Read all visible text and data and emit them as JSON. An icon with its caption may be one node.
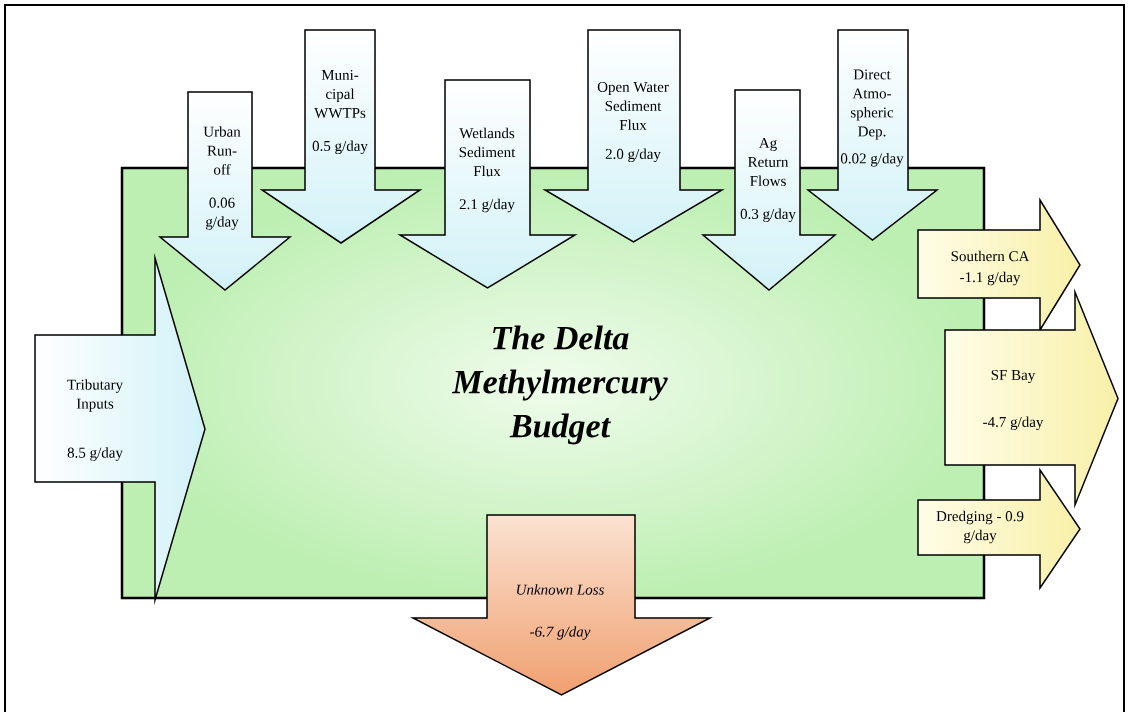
{
  "diagram": {
    "nodes": [
      {
        "text": [
          "The Delta Methylmercury Budget"
        ]
      },
      {
        "text": [
          "Urban Run- off",
          "0.06 g/day"
        ]
      },
      {
        "text": [
          "Muni- cipal WWTPs",
          "0.5 g/day"
        ]
      },
      {
        "text": [
          "Wetlands Sediment Flux",
          "2.1 g/day"
        ]
      },
      {
        "text": [
          "Open Water Sediment Flux",
          "2.0 g/day"
        ]
      },
      {
        "text": [
          "Ag Return Flows",
          "0.3 g/day"
        ]
      },
      {
        "text": [
          "Direct Atmo- spheric Dep.",
          "0.02 g/day"
        ]
      },
      {
        "text": [
          "Tributary Inputs",
          "8.5 g/day"
        ]
      },
      {
        "text": [
          "Southern CA",
          "-1.1 g/day"
        ]
      },
      {
        "text": [
          "SF Bay",
          "-4.7 g/day"
        ]
      },
      {
        "text": [
          "Dredging - 0.9 g/day"
        ]
      },
      {
        "text": [
          "Unknown Loss",
          "-6.7 g/day"
        ]
      }
    ]
  }
}
